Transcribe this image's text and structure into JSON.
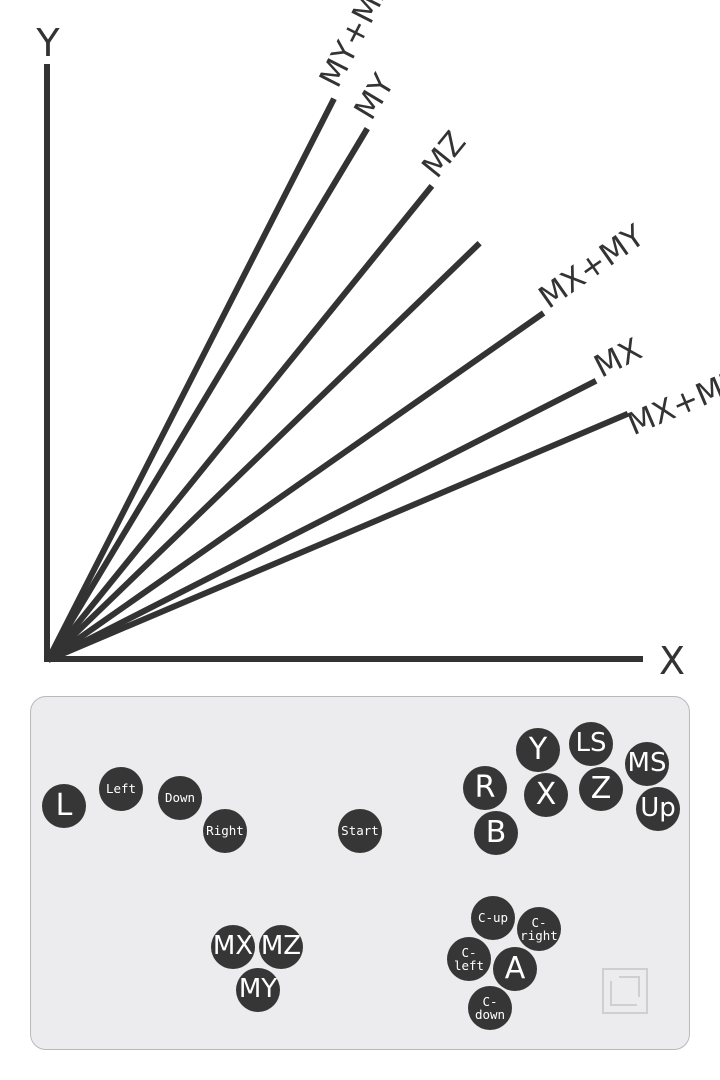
{
  "diagram": {
    "x_axis_label": "X",
    "y_axis_label": "Y",
    "rays": [
      {
        "label": "MY+MZ",
        "angle_deg": 63
      },
      {
        "label": "MY",
        "angle_deg": 59
      },
      {
        "label": "MZ",
        "angle_deg": 51
      },
      {
        "label": "",
        "angle_deg": 44
      },
      {
        "label": "MX+MY",
        "angle_deg": 35
      },
      {
        "label": "MX",
        "angle_deg": 27
      },
      {
        "label": "MX+MZ",
        "angle_deg": 23
      }
    ]
  },
  "controller": {
    "buttons": [
      {
        "id": "L",
        "label": "L"
      },
      {
        "id": "Left",
        "label": "Left"
      },
      {
        "id": "Down",
        "label": "Down"
      },
      {
        "id": "Right",
        "label": "Right"
      },
      {
        "id": "Start",
        "label": "Start"
      },
      {
        "id": "R",
        "label": "R"
      },
      {
        "id": "Y",
        "label": "Y"
      },
      {
        "id": "LS",
        "label": "LS"
      },
      {
        "id": "MS",
        "label": "MS"
      },
      {
        "id": "X",
        "label": "X"
      },
      {
        "id": "Z",
        "label": "Z"
      },
      {
        "id": "Up",
        "label": "Up"
      },
      {
        "id": "B",
        "label": "B"
      },
      {
        "id": "MX",
        "label": "MX"
      },
      {
        "id": "MZ",
        "label": "MZ"
      },
      {
        "id": "MY",
        "label": "MY"
      },
      {
        "id": "C-up",
        "label": "C-up"
      },
      {
        "id": "C-right",
        "label": "C-\nright"
      },
      {
        "id": "C-left",
        "label": "C-\nleft"
      },
      {
        "id": "A",
        "label": "A"
      },
      {
        "id": "C-down",
        "label": "C-\ndown"
      }
    ]
  },
  "colors": {
    "line": "#333333",
    "button": "#363636",
    "button_text": "#ffffff",
    "panel": "#ececee"
  }
}
